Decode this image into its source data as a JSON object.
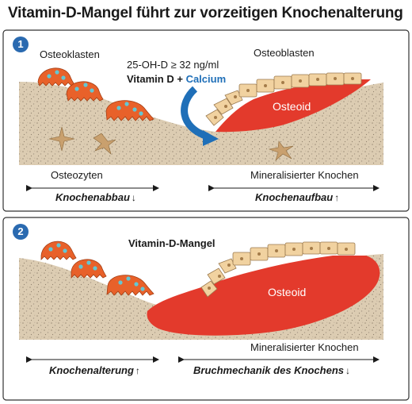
{
  "title": "Vitamin-D-Mangel führt zur vorzeitigen Knochenalterung",
  "colors": {
    "bone": "#dcccb2",
    "osteoid": "#e33a2c",
    "osteoblast": "#f1d2a0",
    "osteoclast": "#e8612a",
    "accent_blue": "#1f6fb8",
    "badge": "#2a6ab0",
    "panel_border": "#333333"
  },
  "panel1": {
    "badge": "1",
    "osteoklasten": "Osteoklasten",
    "osteoblasten": "Osteoblasten",
    "condition_line": "25-OH-D ≥ 32 ng/ml",
    "vitamin_d": "Vitamin D",
    "plus": "+",
    "calcium": "Calcium",
    "osteoid": "Osteoid",
    "osteozyten": "Osteozyten",
    "mineralized": "Mineralisierter Knochen",
    "left_caption": "Knochenabbau",
    "left_arrow": "↓",
    "right_caption": "Knochenaufbau",
    "right_arrow": "↑"
  },
  "panel2": {
    "badge": "2",
    "heading": "Vitamin-D-Mangel",
    "osteoid": "Osteoid",
    "mineralized": "Mineralisierter Knochen",
    "left_caption": "Knochenalterung",
    "left_arrow": "↑",
    "right_caption": "Bruchmechanik des Knochens",
    "right_arrow": "↓"
  }
}
